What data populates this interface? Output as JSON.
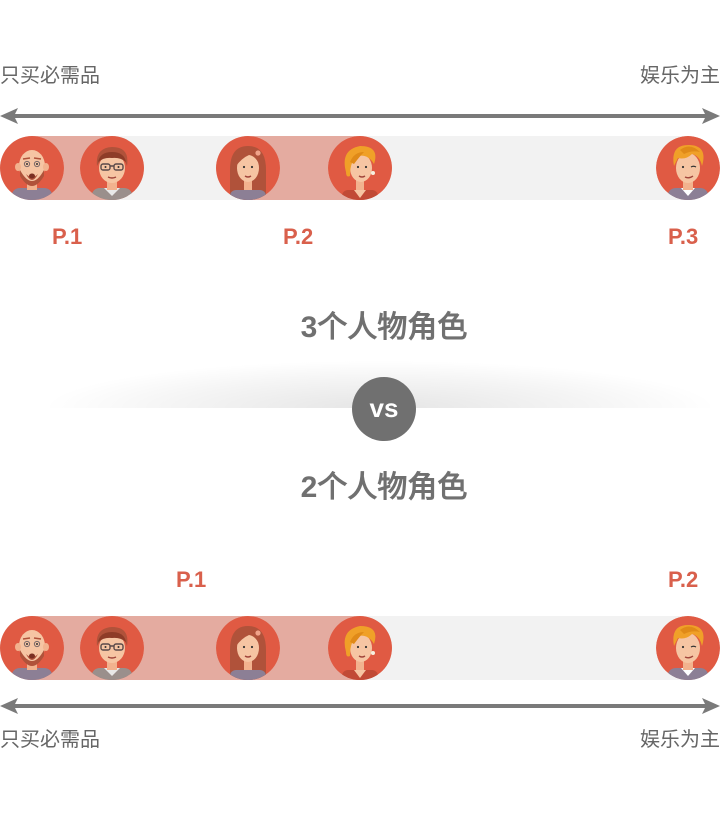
{
  "spectrum": {
    "left_label": "只买必需品",
    "right_label": "娱乐为主"
  },
  "top_section": {
    "persona_labels": [
      "P.1",
      "P.2",
      "P.3"
    ]
  },
  "comparison": {
    "heading_top": "3个人物角色",
    "vs": "vs",
    "heading_bottom": "2个人物角色"
  },
  "bottom_section": {
    "persona_labels": [
      "P.1",
      "P.2"
    ]
  },
  "colors": {
    "accent": "#d9604c",
    "avatar_bg": "#e05a43",
    "segment": "#e4aba0",
    "track": "#f2f2f2",
    "text_gray": "#707070",
    "arrow_gray": "#7a7a7a"
  },
  "avatars": [
    "bald-man-avatar",
    "glasses-man-avatar",
    "long-hair-woman-avatar",
    "curly-hair-woman-avatar",
    "blond-man-avatar"
  ]
}
